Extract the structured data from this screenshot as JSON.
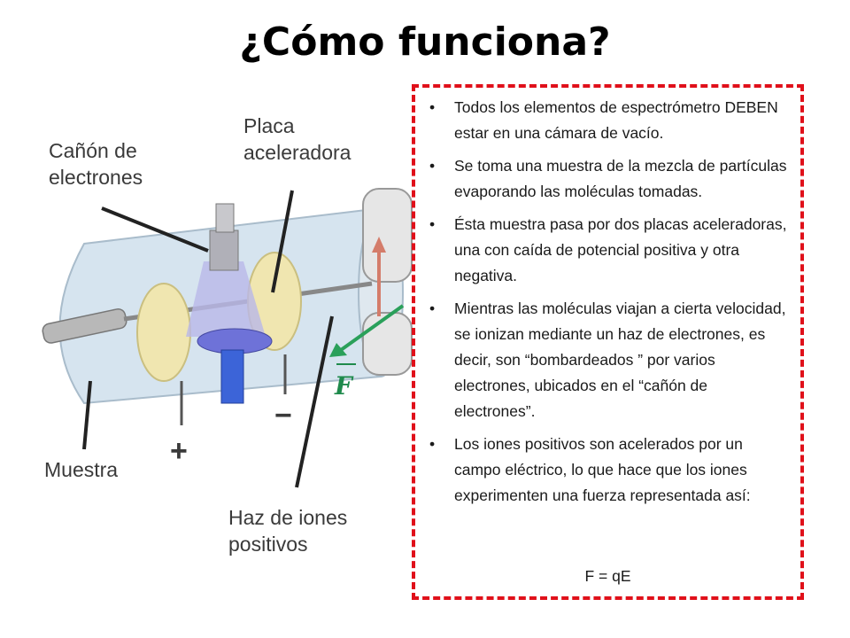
{
  "slide": {
    "title": "¿Cómo funciona?"
  },
  "diagram": {
    "labels": {
      "electron_gun": [
        "Cañón de",
        "electrones"
      ],
      "accelerator_plate": [
        "Placa",
        "aceleradora"
      ],
      "sample": "Muestra",
      "ion_beam": [
        "Haz de iones",
        "positivos"
      ],
      "plus": "+",
      "minus": "−",
      "force": "F"
    }
  },
  "textbox": {
    "bullets": [
      "Todos los elementos de espectrómetro DEBEN estar en una cámara de vacío.",
      "Se toma una muestra de la mezcla de partículas evaporando las moléculas tomadas.",
      "Ésta muestra pasa por dos placas aceleradoras, una con caída de potencial positiva y otra negativa.",
      "Mientras las moléculas viajan a cierta velocidad, se ionizan mediante un haz de electrones, es decir, son “bombardeados ” por varios electrones, ubicados en el “cañón de electrones”.",
      "Los iones positivos son acelerados por un campo eléctrico, lo que hace que los iones experimenten una fuerza representada así:"
    ],
    "formula": "F = qE"
  },
  "colors": {
    "border": "#e0101a",
    "tube": "#cfe0ee",
    "plate": "#efe5ad",
    "gun": "#a8a8b8",
    "beam": "#2a4bd0"
  }
}
